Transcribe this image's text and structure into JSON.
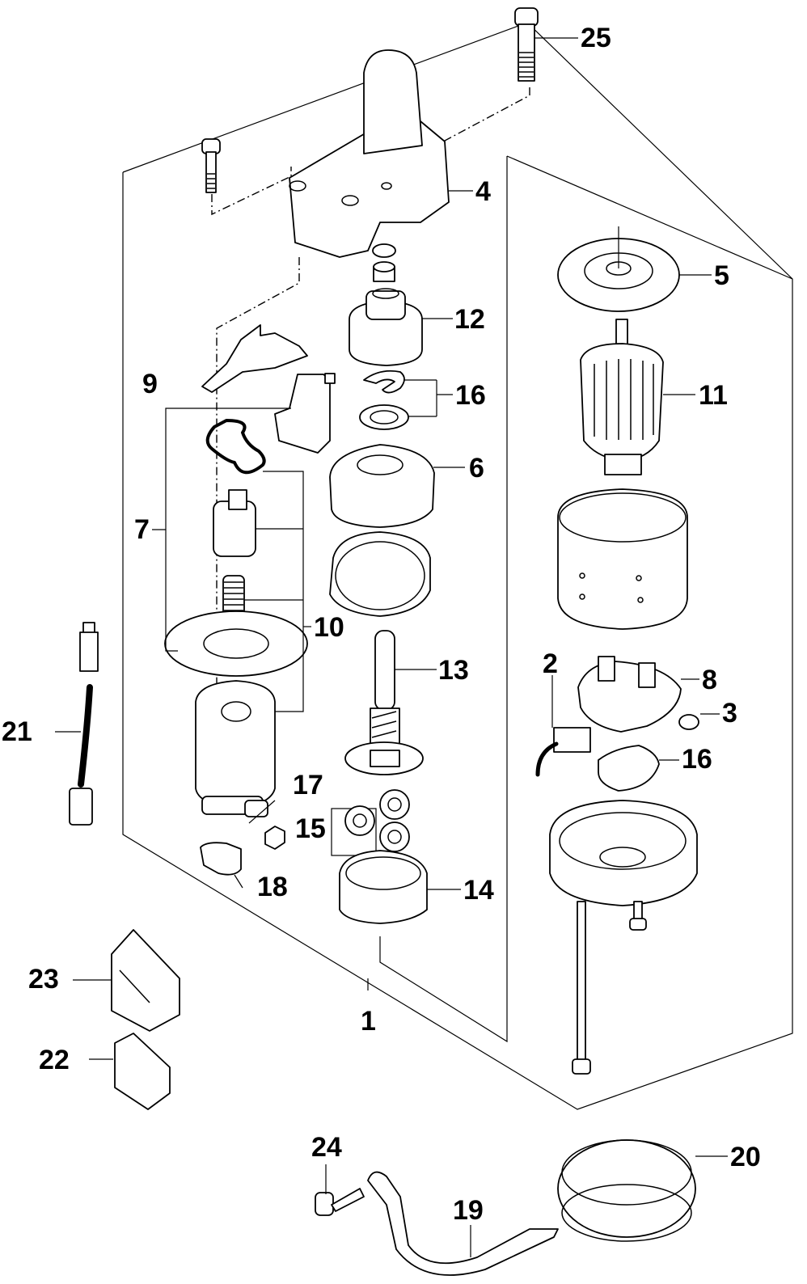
{
  "diagram": {
    "type": "exploded-parts-view",
    "subject": "starter motor assembly",
    "callouts": [
      {
        "id": "c1",
        "label": "1"
      },
      {
        "id": "c2",
        "label": "2"
      },
      {
        "id": "c3",
        "label": "3"
      },
      {
        "id": "c4",
        "label": "4"
      },
      {
        "id": "c5",
        "label": "5"
      },
      {
        "id": "c6",
        "label": "6"
      },
      {
        "id": "c7",
        "label": "7"
      },
      {
        "id": "c8",
        "label": "8"
      },
      {
        "id": "c9",
        "label": "9"
      },
      {
        "id": "c10",
        "label": "10"
      },
      {
        "id": "c11",
        "label": "11"
      },
      {
        "id": "c12",
        "label": "12"
      },
      {
        "id": "c13",
        "label": "13"
      },
      {
        "id": "c14",
        "label": "14"
      },
      {
        "id": "c15",
        "label": "15"
      },
      {
        "id": "c16a",
        "label": "16"
      },
      {
        "id": "c16b",
        "label": "16"
      },
      {
        "id": "c17",
        "label": "17"
      },
      {
        "id": "c18",
        "label": "18"
      },
      {
        "id": "c19",
        "label": "19"
      },
      {
        "id": "c20",
        "label": "20"
      },
      {
        "id": "c21",
        "label": "21"
      },
      {
        "id": "c22",
        "label": "22"
      },
      {
        "id": "c23",
        "label": "23"
      },
      {
        "id": "c24",
        "label": "24"
      },
      {
        "id": "c25",
        "label": "25"
      }
    ]
  }
}
